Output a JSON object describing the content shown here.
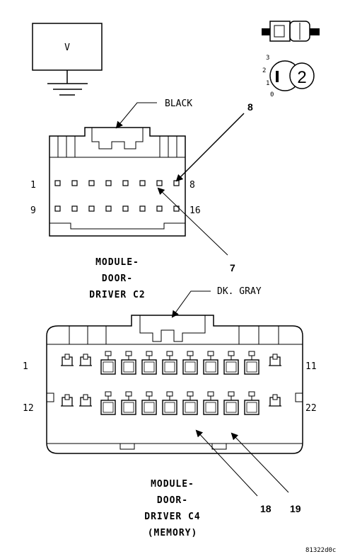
{
  "meter": {
    "label": "V"
  },
  "connector_c2": {
    "color_label": "BLACK",
    "pin_labels": {
      "top_left": "1",
      "top_right": "8",
      "bottom_left": "9",
      "bottom_right": "16"
    },
    "callouts": [
      "8",
      "7"
    ],
    "name_lines": [
      "MODULE-",
      "DOOR-",
      "DRIVER C2"
    ]
  },
  "connector_c4": {
    "color_label": "DK. GRAY",
    "pin_labels": {
      "top_left": "1",
      "top_right": "11",
      "bottom_left": "12",
      "bottom_right": "22"
    },
    "callouts": [
      "18",
      "19"
    ],
    "name_lines": [
      "MODULE-",
      "DOOR-",
      "DRIVER C4",
      "(MEMORY)"
    ]
  },
  "probe_icon": {
    "scale_labels": [
      "3",
      "2",
      "1",
      "0"
    ],
    "badge": "2"
  },
  "figure_id": "81322d0c"
}
